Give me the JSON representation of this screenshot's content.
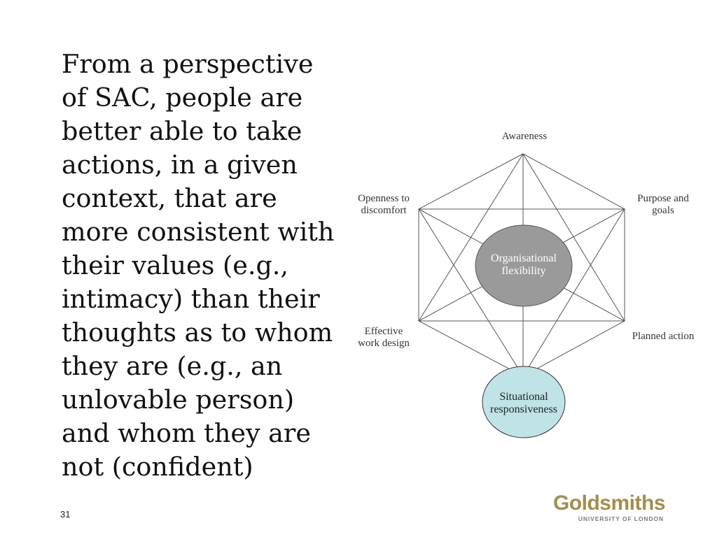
{
  "slide": {
    "body_lines": [
      "From a perspective",
      "of SAC, people are",
      "better able to take",
      "actions, in a given",
      "context, that are",
      "more consistent with",
      "their values (e.g.,",
      "intimacy) than their",
      "thoughts as to whom",
      "they are (e.g., an",
      "unlovable person)",
      "and whom they are",
      "not (confident)"
    ],
    "page_number": "31"
  },
  "diagram": {
    "center_lines": [
      "Organisational",
      "flexibility"
    ],
    "nodes": {
      "awareness": [
        "Awareness"
      ],
      "openness": [
        "Openness to",
        "discomfort"
      ],
      "purpose": [
        "Purpose and",
        "goals"
      ],
      "effective": [
        "Effective",
        "work design"
      ],
      "planned": [
        "Planned action"
      ],
      "situational": [
        "Situational",
        "responsiveness"
      ]
    },
    "colors": {
      "center_fill": "#9a9a9a",
      "bottom_fill": "#bfe3e6",
      "lines": "#555555"
    }
  },
  "logo": {
    "name": "Goldsmiths",
    "subtitle": "UNIVERSITY OF LONDON",
    "color": "#a68d4c"
  }
}
